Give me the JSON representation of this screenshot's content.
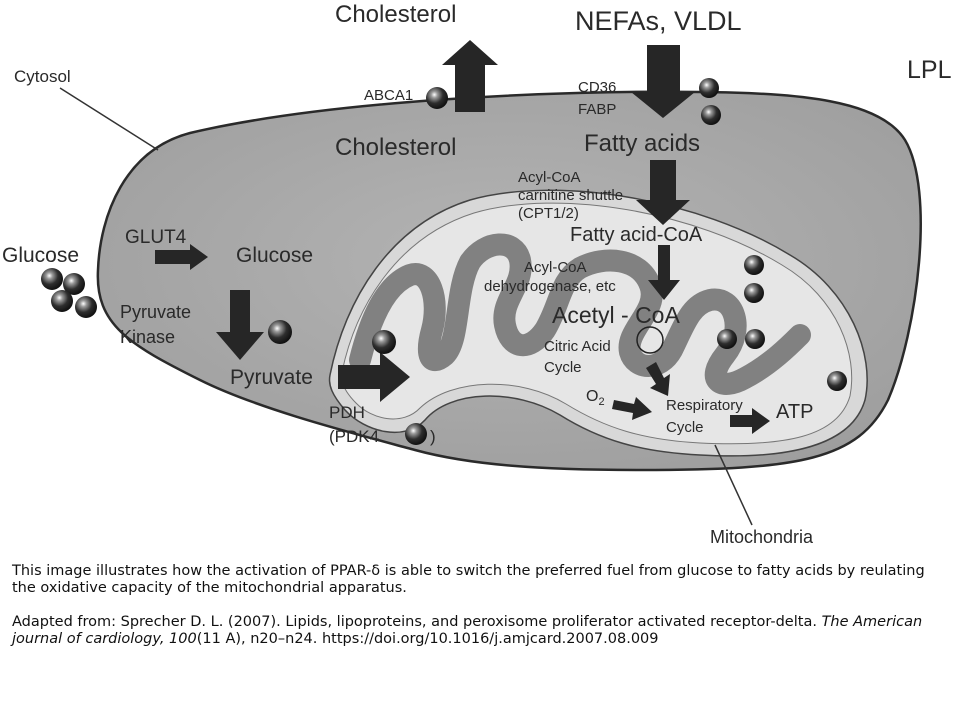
{
  "diagram": {
    "labels": {
      "cholesterol_top": "Cholesterol",
      "nefas_vldl": "NEFAs, VLDL",
      "lpl": "LPL",
      "cytosol": "Cytosol",
      "abca1": "ABCA1",
      "cd36": "CD36",
      "fabp": "FABP",
      "cholesterol_inner": "Cholesterol",
      "fatty_acids": "Fatty acids",
      "shuttle_line1": "Acyl-CoA",
      "shuttle_line2": "carnitine shuttle",
      "shuttle_line3": "(CPT1/2)",
      "fatty_acid_coa": "Fatty acid-CoA",
      "glucose_outer": "Glucose",
      "glut4": "GLUT4",
      "glucose_inner": "Glucose",
      "acyl_line1": "Acyl-CoA",
      "acyl_line2": "dehydrogenase, etc",
      "pyruvate_kinase_line1": "Pyruvate",
      "pyruvate_kinase_line2": "Kinase",
      "acetyl_coa": "Acetyl - CoA",
      "citric_line1": "Citric Acid",
      "citric_line2": "Cycle",
      "pyruvate": "Pyruvate",
      "pdh": "PDH",
      "pdk4_open": "(PDK4",
      "pdk4_close": ")",
      "o2": "O",
      "o2_sub": "2",
      "respiratory_line1": "Respiratory",
      "respiratory_line2": "Cycle",
      "atp": "ATP",
      "mitochondria": "Mitochondria"
    }
  },
  "caption": {
    "summary": "This image illustrates how the activation of PPAR-δ is able to switch the preferred fuel from glucose to fatty acids by reulating the oxidative capacity of the mitochondrial apparatus.",
    "citation_prefix": "Adapted from: Sprecher D. L. (2007). Lipids, lipoproteins, and peroxisome proliferator activated receptor-delta. ",
    "citation_journal": "The American journal of cardiology, 100",
    "citation_suffix": "(11 A), n20–n24. https://doi.org/10.1016/j.amjcard.2007.08.009"
  },
  "colors": {
    "cell_fill": "#a8a8a8",
    "mito_fill": "#dcdcdc",
    "cristae": "#6e6e6e",
    "arrow": "#262626",
    "sphere": "#2e2e2e"
  }
}
